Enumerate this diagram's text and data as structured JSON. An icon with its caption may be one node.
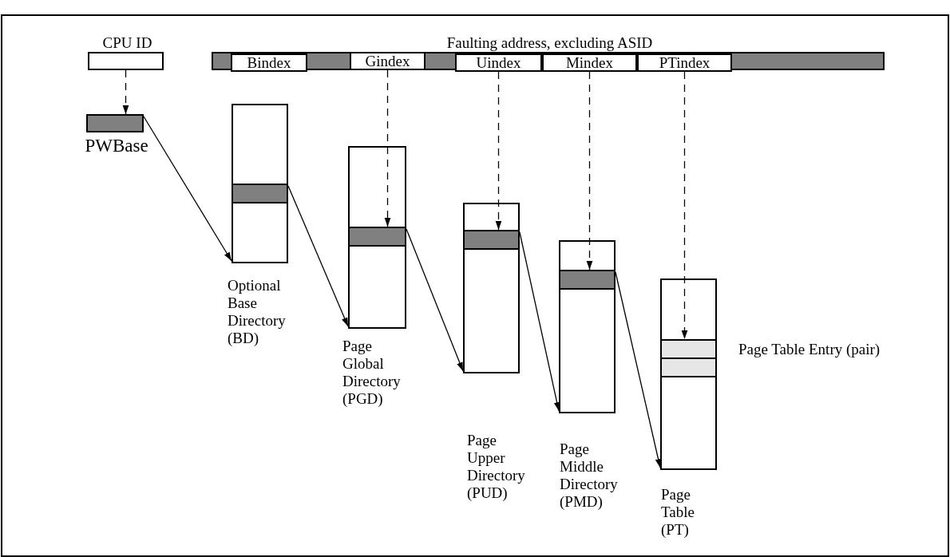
{
  "diagram": {
    "nodes": [
      {
        "text": [
          "CPU ID"
        ]
      },
      {
        "text": [
          "Faulting address, excluding ASID"
        ]
      },
      {
        "text": [
          "Bindex"
        ],
        "in": 1
      },
      {
        "text": [
          "Gindex"
        ],
        "in": 1
      },
      {
        "text": [
          "Uindex"
        ],
        "in": 1
      },
      {
        "text": [
          "Mindex"
        ],
        "in": 1
      },
      {
        "text": [
          "PTindex"
        ],
        "in": 1
      },
      {
        "text": [
          "PWBase"
        ]
      },
      {
        "text": [
          "Optional Base Directory (BD)"
        ]
      },
      {
        "text": [],
        "shape": "bar",
        "in": 8
      },
      {
        "text": [
          "Page Global Directory (PGD)"
        ]
      },
      {
        "text": [],
        "shape": "bar",
        "in": 10
      },
      {
        "text": [
          "Page Upper Directory (PUD)"
        ]
      },
      {
        "text": [],
        "shape": "bar",
        "in": 12
      },
      {
        "text": [
          "Page Middle Directory (PMD)"
        ]
      },
      {
        "text": [],
        "shape": "bar",
        "in": 14
      },
      {
        "text": [
          "Page Table (PT)"
        ]
      },
      {
        "text": [],
        "shape": "bar",
        "in": 16
      },
      {
        "text": [],
        "shape": "bar",
        "in": 16
      }
    ],
    "edges": [
      {
        "from": 0,
        "to": 7,
        "arrow": "to",
        "style": "dashed"
      },
      {
        "from": 7,
        "to": 8,
        "arrow": "to"
      },
      {
        "from": 9,
        "to": 10,
        "arrow": "to"
      },
      {
        "from": 11,
        "to": 12,
        "arrow": "to"
      },
      {
        "from": 13,
        "to": 14,
        "arrow": "to"
      },
      {
        "from": 15,
        "to": 16,
        "arrow": "to"
      },
      {
        "from": 3,
        "to": 11,
        "arrow": "to",
        "style": "dashed"
      },
      {
        "from": 4,
        "to": 13,
        "arrow": "to",
        "style": "dashed"
      },
      {
        "from": 5,
        "to": 15,
        "arrow": "to",
        "style": "dashed"
      },
      {
        "from": 6,
        "to": 17,
        "arrow": "to",
        "style": "dashed"
      }
    ],
    "labels": [
      "Page Table Entry (pair)"
    ]
  }
}
